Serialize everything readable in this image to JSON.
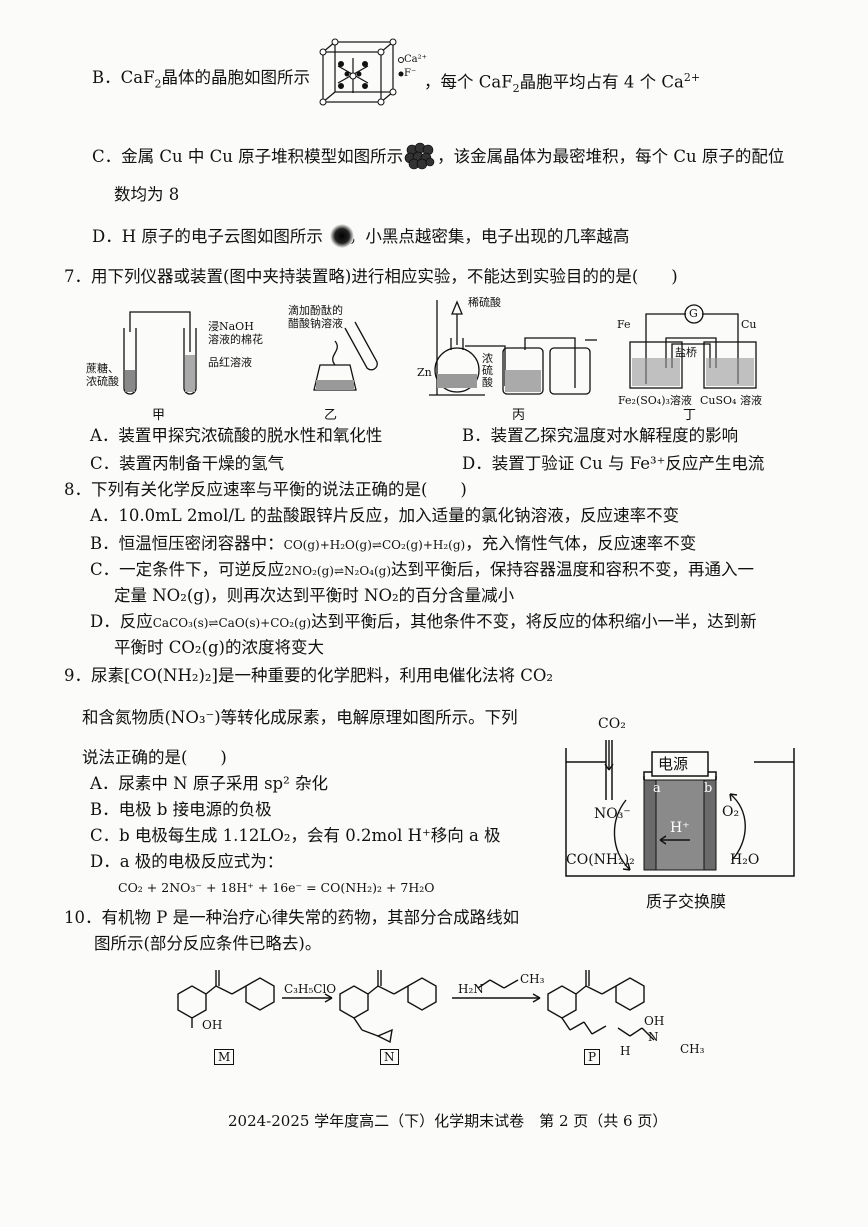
{
  "q6": {
    "B_pre": "B．CaF",
    "B_sub": "2",
    "B_mid": "晶体的晶胞如图所示",
    "B_post1": "，每个 CaF",
    "B_post_sub": "2",
    "B_post2": "晶胞平均占有 4 个 Ca",
    "B_post_sup": "2+",
    "legend_ca": "Ca²⁺",
    "legend_f": "F⁻",
    "C_text1": "C．金属 Cu 中 Cu 原子堆积模型如图所示",
    "C_text2": "，该金属晶体为最密堆积，每个 Cu 原子的配位",
    "C_text3": "数均为 8",
    "D_text1": "D．H 原子的电子云图如图所示",
    "D_text2": "，小黑点越密集，电子出现的几率越高"
  },
  "q7": {
    "stem": "7．用下列仪器或装置(图中夹持装置略)进行相应实验，不能达到实验目的的是(　　)",
    "fig_jia_l1": "浸NaOH",
    "fig_jia_l2": "溶液的棉花",
    "fig_jia_l3": "品红溶液",
    "fig_jia_l4": "蔗糖、",
    "fig_jia_l5": "浓硫酸",
    "fig_yi_l1": "滴加酚酞的",
    "fig_yi_l2": "醋酸钠溶液",
    "fig_bing_l1": "稀硫酸",
    "fig_bing_zn": "Zn",
    "fig_bing_l2": "浓",
    "fig_bing_l3": "硫",
    "fig_bing_l4": "酸",
    "fig_ding_fe": "Fe",
    "fig_ding_cu": "Cu",
    "fig_ding_g": "G",
    "fig_ding_bridge": "盐桥",
    "fig_ding_sol1": "Fe₂(SO₄)₃溶液",
    "fig_ding_sol2": "CuSO₄ 溶液",
    "cap_jia": "甲",
    "cap_yi": "乙",
    "cap_bing": "丙",
    "cap_ding": "丁",
    "A": "A．装置甲探究浓硫酸的脱水性和氧化性",
    "B": "B．装置乙探究温度对水解程度的影响",
    "C": "C．装置丙制备干燥的氢气",
    "D": "D．装置丁验证 Cu 与 Fe³⁺反应产生电流"
  },
  "q8": {
    "stem": "8．下列有关化学反应速率与平衡的说法正确的是(　　)",
    "A": "A．10.0mL 2mol/L 的盐酸跟锌片反应，加入适量的氯化钠溶液，反应速率不变",
    "B_pre": "B．恒温恒压密闭容器中：",
    "B_eq": "CO(g)+H₂O(g)⇌CO₂(g)+H₂(g)",
    "B_post": "，充入惰性气体，反应速率不变",
    "C_pre": "C．一定条件下，可逆反应",
    "C_eq": "2NO₂(g)⇌N₂O₄(g)",
    "C_post": "达到平衡后，保持容器温度和容积不变，再通入一",
    "C_line2": "定量 NO₂(g)，则再次达到平衡时 NO₂的百分含量减小",
    "D_pre": "D．反应",
    "D_eq": "CaCO₃(s)⇌CaO(s)+CO₂(g)",
    "D_post": "达到平衡后，其他条件不变，将反应的体积缩小一半，达到新",
    "D_line2": "平衡时 CO₂(g)的浓度将变大"
  },
  "q9": {
    "stem1": "9．尿素[CO(NH₂)₂]是一种重要的化学肥料，利用电催化法将 CO₂",
    "stem2": "和含氮物质(NO₃⁻)等转化成尿素，电解原理如图所示。下列",
    "stem3": "说法正确的是(　　)",
    "A": "A．尿素中 N 原子采用 sp² 杂化",
    "B": "B．电极 b 接电源的负极",
    "C": "C．b 电极每生成 1.12LO₂，会有 0.2mol H⁺移向 a 极",
    "D": "D．a 极的电极反应式为：",
    "D_eq": "CO₂ + 2NO₃⁻ + 18H⁺ + 16e⁻ = CO(NH₂)₂ + 7H₂O",
    "fig_co2": "CO₂",
    "fig_power": "电源",
    "fig_a": "a",
    "fig_b": "b",
    "fig_no3": "NO₃⁻",
    "fig_h": "H⁺",
    "fig_o2": "O₂",
    "fig_urea": "CO(NH₂)₂",
    "fig_h2o": "H₂O",
    "fig_caption": "质子交换膜"
  },
  "q10": {
    "stem1": "10．有机物 P 是一种治疗心律失常的药物，其部分合成路线如",
    "stem2": "图所示(部分反应条件已略去)。",
    "reagent1": "C₃H₅ClO",
    "reagent2_h": "H₂N",
    "reagent2_ch3": "CH₃",
    "oh": "OH",
    "p_oh": "OH",
    "p_h": "H",
    "p_n": "N",
    "p_ch3": "CH₃",
    "label_m": "M",
    "label_n": "N",
    "label_p": "P"
  },
  "footer": "2024-2025 学年度高二（下）化学期末试卷　第 2 页（共 6 页）"
}
